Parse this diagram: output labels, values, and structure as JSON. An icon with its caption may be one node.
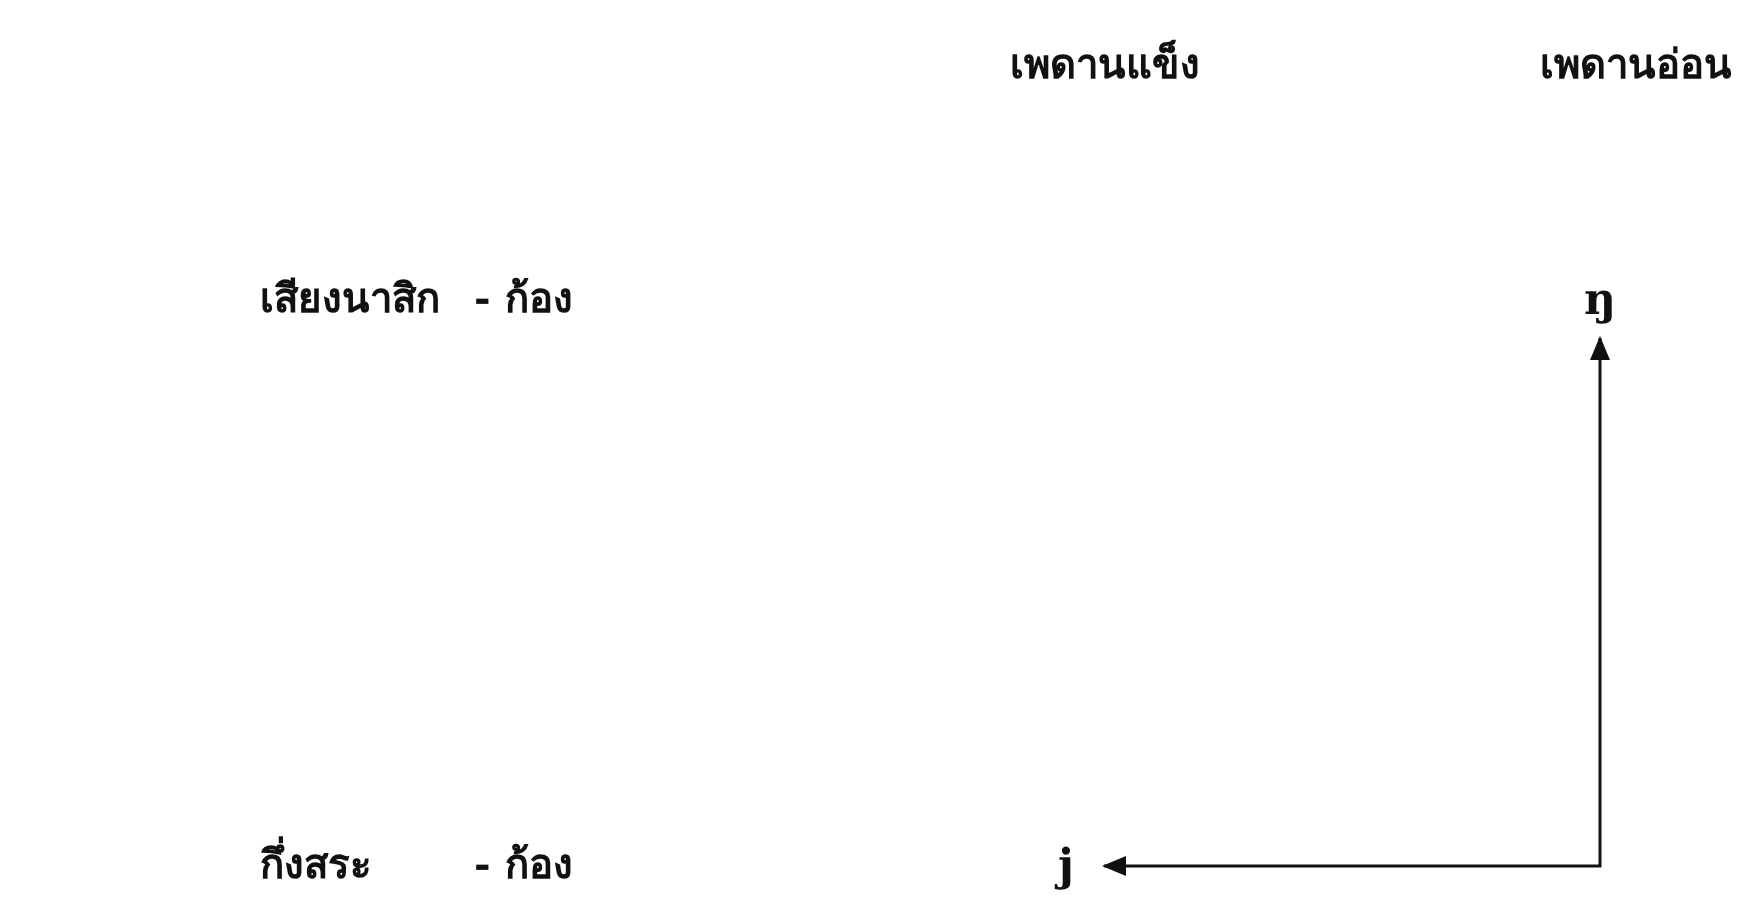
{
  "diagram": {
    "nodes": [
      {
        "text": [
          "ŋ"
        ]
      },
      {
        "text": [
          "j"
        ]
      }
    ],
    "edges": [
      {
        "from": 1,
        "to": 0,
        "arrow": "both"
      }
    ],
    "labels": [
      "เพดานแข็ง",
      "เพดานอ่อน",
      "เสียงนาสิก",
      "- ก้อง",
      "กึ่งสระ",
      "- ก้อง"
    ]
  }
}
